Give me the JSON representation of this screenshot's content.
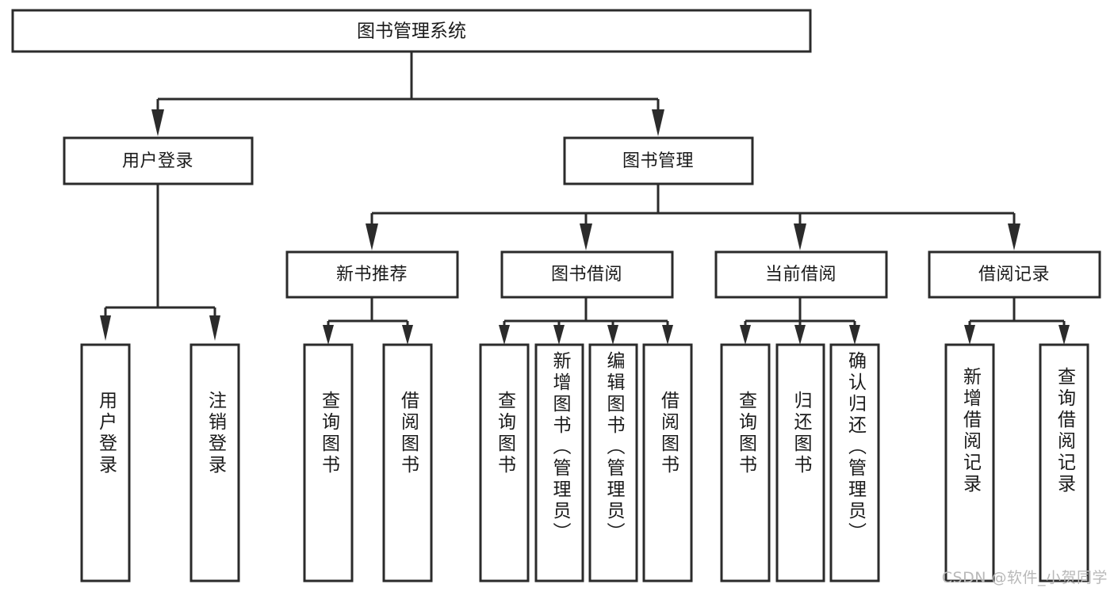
{
  "diagram": {
    "type": "tree-hierarchy",
    "title": "图书管理系统",
    "watermark": "CSDN @软件_小贺同学",
    "colors": {
      "stroke": "#2b2b2b",
      "fill": "#ffffff",
      "text": "#1a1a1a",
      "watermark": "#b9b9b9",
      "background": "#ffffff"
    },
    "root": {
      "id": "root",
      "label": "图书管理系统",
      "orientation": "horizontal"
    },
    "level2": [
      {
        "id": "user-login",
        "label": "用户登录",
        "orientation": "horizontal"
      },
      {
        "id": "book-management",
        "label": "图书管理",
        "orientation": "horizontal"
      }
    ],
    "level3": [
      {
        "id": "new-book-recommend",
        "label": "新书推荐",
        "orientation": "horizontal"
      },
      {
        "id": "book-borrow",
        "label": "图书借阅",
        "orientation": "horizontal"
      },
      {
        "id": "current-borrow",
        "label": "当前借阅",
        "orientation": "horizontal"
      },
      {
        "id": "borrow-record",
        "label": "借阅记录",
        "orientation": "horizontal"
      }
    ],
    "leaves": [
      {
        "id": "leaf-user-login",
        "parent": "user-login",
        "label": "用户登录",
        "orientation": "vertical"
      },
      {
        "id": "leaf-user-logout",
        "parent": "user-login",
        "label": "注销登录",
        "orientation": "vertical"
      },
      {
        "id": "leaf-query-book-1",
        "parent": "new-book-recommend",
        "label": "查询图书",
        "orientation": "vertical"
      },
      {
        "id": "leaf-borrow-book-1",
        "parent": "new-book-recommend",
        "label": "借阅图书",
        "orientation": "vertical"
      },
      {
        "id": "leaf-query-book-2",
        "parent": "book-borrow",
        "label": "查询图书",
        "orientation": "vertical"
      },
      {
        "id": "leaf-add-book",
        "parent": "book-borrow",
        "label": "新增图书（管理员）",
        "orientation": "vertical"
      },
      {
        "id": "leaf-edit-book",
        "parent": "book-borrow",
        "label": "编辑图书（管理员）",
        "orientation": "vertical"
      },
      {
        "id": "leaf-borrow-book-2",
        "parent": "book-borrow",
        "label": "借阅图书",
        "orientation": "vertical"
      },
      {
        "id": "leaf-query-book-3",
        "parent": "current-borrow",
        "label": "查询图书",
        "orientation": "vertical"
      },
      {
        "id": "leaf-return-book",
        "parent": "current-borrow",
        "label": "归还图书",
        "orientation": "vertical"
      },
      {
        "id": "leaf-confirm-return",
        "parent": "current-borrow",
        "label": "确认归还（管理员）",
        "orientation": "vertical"
      },
      {
        "id": "leaf-add-record",
        "parent": "borrow-record",
        "label": "新增借阅记录",
        "orientation": "vertical"
      },
      {
        "id": "leaf-query-record",
        "parent": "borrow-record",
        "label": "查询借阅记录",
        "orientation": "vertical"
      }
    ]
  }
}
